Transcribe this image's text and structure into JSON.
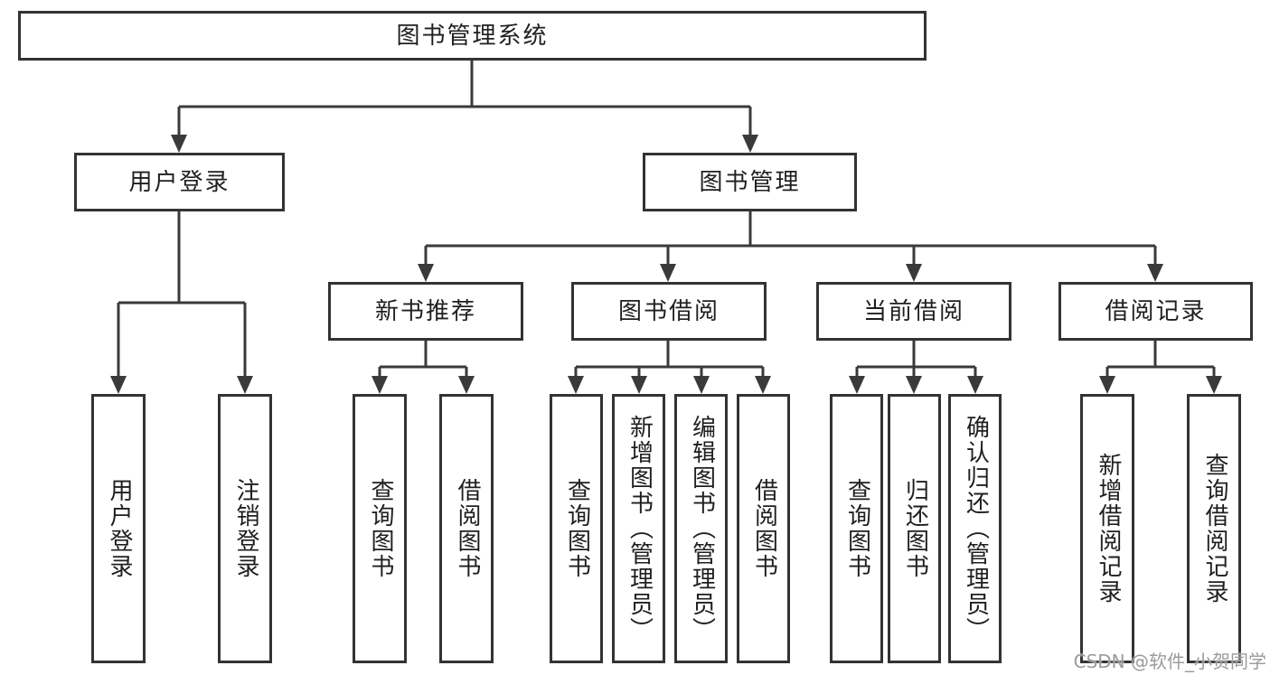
{
  "root": {
    "label": "图书管理系统"
  },
  "branches": {
    "user_login": {
      "label": "用户登录",
      "children": [
        {
          "label": "用户登录"
        },
        {
          "label": "注销登录"
        }
      ]
    },
    "book_management": {
      "label": "图书管理",
      "sections": [
        {
          "label": "新书推荐",
          "children": [
            {
              "label": "查询图书"
            },
            {
              "label": "借阅图书"
            }
          ]
        },
        {
          "label": "图书借阅",
          "children": [
            {
              "label": "查询图书"
            },
            {
              "label": "新增图书（管理员）"
            },
            {
              "label": "编辑图书（管理员）"
            },
            {
              "label": "借阅图书"
            }
          ]
        },
        {
          "label": "当前借阅",
          "children": [
            {
              "label": "查询图书"
            },
            {
              "label": "归还图书"
            },
            {
              "label": "确认归还（管理员）"
            }
          ]
        },
        {
          "label": "借阅记录",
          "children": [
            {
              "label": "新增借阅记录"
            },
            {
              "label": "查询借阅记录"
            }
          ]
        }
      ]
    }
  },
  "watermark": {
    "text": "CSDN @软件_小贺同学"
  },
  "colors": {
    "line": "#3a3a3a",
    "border": "#333333",
    "text": "#1f1f1f",
    "watermark_text": "#9b9b9b",
    "background": "#ffffff"
  }
}
